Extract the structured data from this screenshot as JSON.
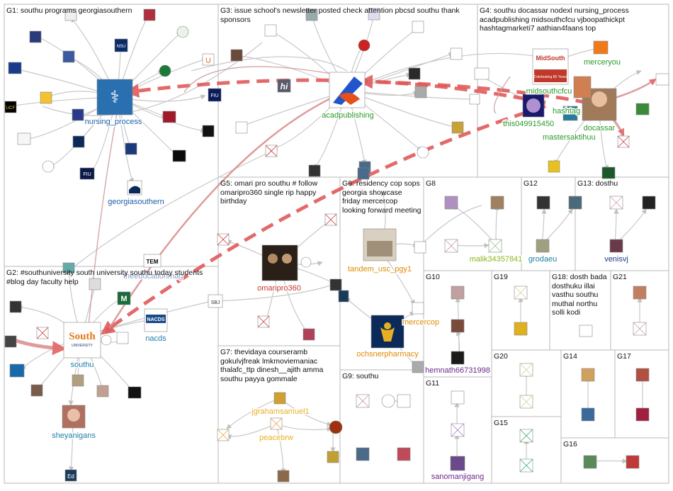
{
  "groups": [
    {
      "id": "G1",
      "title": "G1: southu programs georgiasouthern"
    },
    {
      "id": "G2",
      "title": "G2: #southuniversity south university southu today students #blog day faculty help"
    },
    {
      "id": "G3",
      "title": "G3: issue school's newsletter posted check attention pbcsd southu thank sponsors"
    },
    {
      "id": "G4",
      "title": "G4: southu docassar nodexl nursing_process acadpublishing midsouthcfcu vjboopathickpt hashtagmarketi7 aathian4faans top"
    },
    {
      "id": "G5",
      "title": "G5: omari pro southu # follow omaripro360 single rip happy birthday"
    },
    {
      "id": "G6",
      "title": "G6: residency cop sops georgia showcase friday mercercop looking forward meeting"
    },
    {
      "id": "G7",
      "title": "G7: thevidaya courseramb gokulvjfreak lmkmoviemaniac thalafc_ttp dinesh__ajith amma southu payya gommale"
    },
    {
      "id": "G8",
      "title": "G8"
    },
    {
      "id": "G9",
      "title": "G9: southu"
    },
    {
      "id": "G10",
      "title": "G10"
    },
    {
      "id": "G11",
      "title": "G11"
    },
    {
      "id": "G12",
      "title": "G12"
    },
    {
      "id": "G13",
      "title": "G13: dosthu"
    },
    {
      "id": "G14",
      "title": "G14"
    },
    {
      "id": "G15",
      "title": "G15"
    },
    {
      "id": "G16",
      "title": "G16"
    },
    {
      "id": "G17",
      "title": "G17"
    },
    {
      "id": "G18",
      "title": "G18: dosth bada dosthuku illai vasthu southu muthal northu solli kodi"
    },
    {
      "id": "G19",
      "title": "G19"
    },
    {
      "id": "G20",
      "title": "G20"
    },
    {
      "id": "G21",
      "title": "G21"
    }
  ],
  "node_labels": {
    "nursing_process": "nursing_process",
    "georgiasouthern": "georgiasouthern",
    "acadpublishing": "acadpublishing",
    "midsouthcfcu": "midsouthcfcu",
    "hashtag": "hashtag",
    "this049915450": "this049915450",
    "docassar": "docassar",
    "mastersaktihuu": "mastersaktihuu",
    "merceryou": "merceryou",
    "omaripro360": "omaripro360",
    "theeducationmag": "theeducationmag",
    "tandem_usc_pgy1": "tandem_usc_pgy1",
    "mercercop": "mercercop",
    "ochsnerpharmacy": "ochsnerpharmacy",
    "hemnath66731998": "hemnath66731998",
    "malik34357841": "malik34357841",
    "grodaeu": "grodaeu",
    "venisvj": "venisvj",
    "southu": "southu",
    "nacds": "nacds",
    "sheyanigans": "sheyanigans",
    "jgrahamsamuel1": "jgrahamsamuel1",
    "peacebrw": "peacebrw",
    "sanomanjigang": "sanomanjigang"
  },
  "logos": {
    "south_main": "South",
    "south_sub": "UNIVERSITY",
    "midsouth_top": "MidSouth",
    "midsouth_bottom": "Celebrating 85 Years",
    "nacds": "NACDS",
    "fiu": "FIU",
    "nsu": "NSU",
    "ucf": "UCF",
    "tem": "TEM",
    "hi": "hi",
    "sbj": "SBJ",
    "m": "M",
    "ed": "Ed"
  },
  "colors": {
    "box_border": "#b8b8b8",
    "edge_gray": "#c8c8c8",
    "edge_red": "#e05a5a",
    "label_blue": "#1d5fa8",
    "label_green": "#2a9a2a",
    "label_red": "#c0392b",
    "label_orange": "#e08a00",
    "label_purple": "#6b2a8c",
    "label_teal": "#1f7fa8"
  }
}
